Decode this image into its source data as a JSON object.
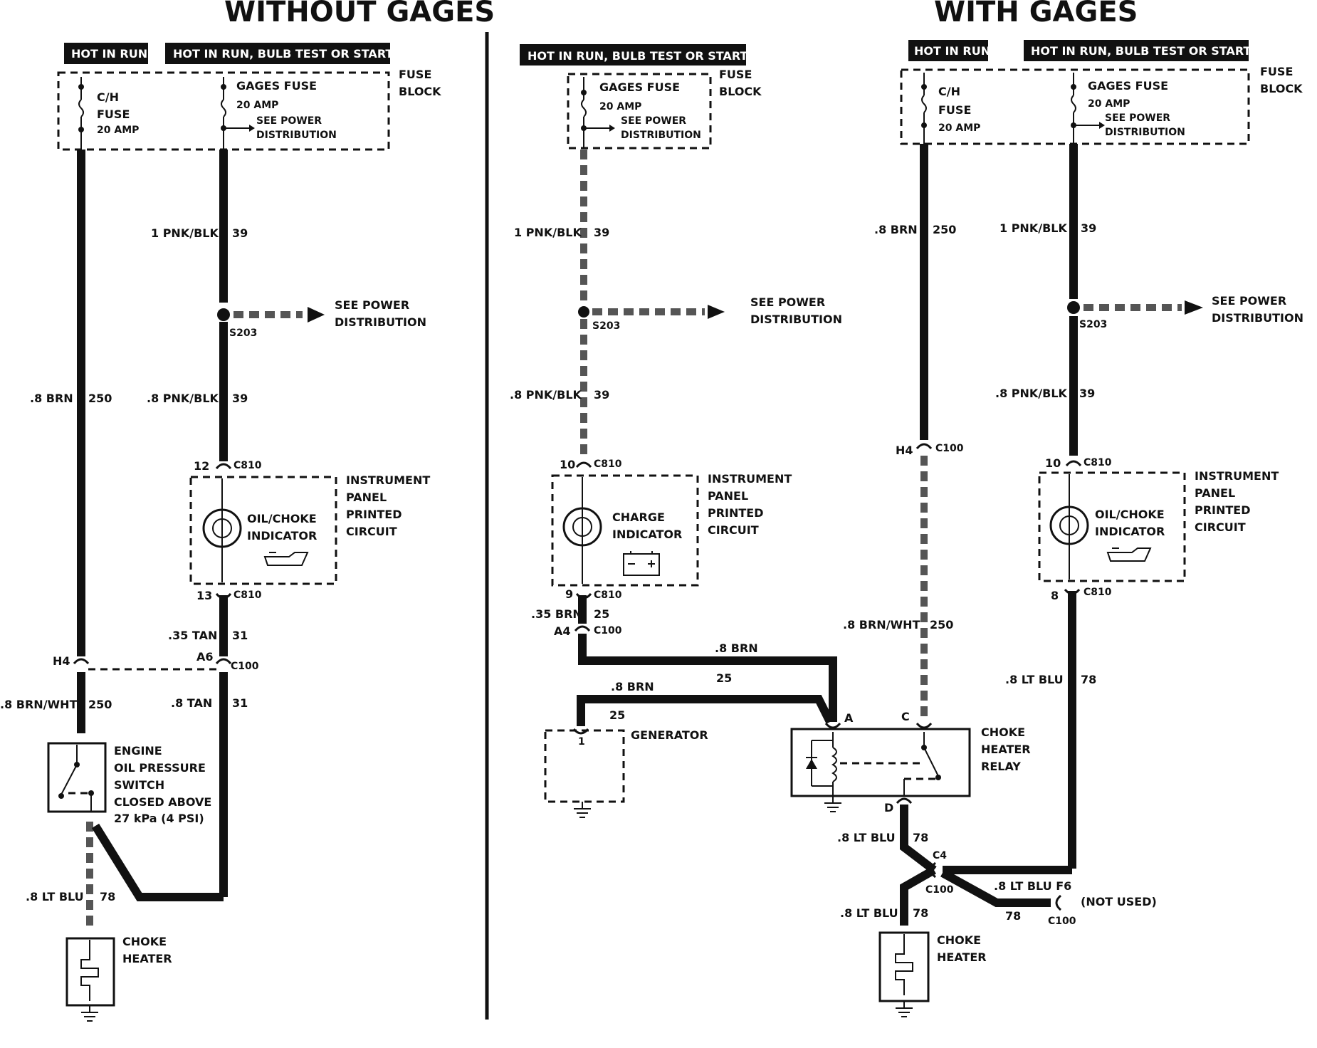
{
  "titles": {
    "left": "WITHOUT GAGES",
    "right": "WITH GAGES"
  },
  "hot_labels": {
    "hot_in_run": "HOT IN RUN",
    "hot_bulb": "HOT IN RUN, BULB TEST OR START"
  },
  "fuse_block": {
    "line1": "FUSE",
    "line2": "BLOCK",
    "ch_fuse": [
      "C/H",
      "FUSE",
      "20 AMP"
    ],
    "gages_fuse": [
      "GAGES FUSE",
      "20 AMP",
      "SEE POWER",
      "DISTRIBUTION"
    ]
  },
  "see_power": [
    "SEE POWER",
    "DISTRIBUTION"
  ],
  "ipc": [
    "INSTRUMENT",
    "PANEL",
    "PRINTED",
    "CIRCUIT"
  ],
  "indicators": {
    "oil_choke": [
      "OIL/CHOKE",
      "INDICATOR"
    ],
    "charge": [
      "CHARGE",
      "INDICATOR"
    ]
  },
  "choke_heater": [
    "CHOKE",
    "HEATER"
  ],
  "oil_switch": [
    "ENGINE",
    "OIL PRESSURE",
    "SWITCH",
    "CLOSED ABOVE",
    "27 kPa (4 PSI)"
  ],
  "relay": [
    "CHOKE",
    "HEATER",
    "RELAY"
  ],
  "generator": "GENERATOR",
  "not_used": "(NOT USED)",
  "splice": "S203",
  "connectors": {
    "c810": "C810",
    "c100": "C100",
    "c4": "C4"
  },
  "wires": {
    "pnk_blk_1": "1 PNK/BLK",
    "pnk_blk_08": ".8 PNK/BLK",
    "brn_08": ".8 BRN",
    "brn_wht_08": ".8 BRN/WHT",
    "tan_035": ".35 TAN",
    "tan_08": ".8 TAN",
    "lt_blu_08": ".8 LT BLU",
    "lt_blu_f6": ".8 LT BLU F6",
    "brn_035": ".35 BRN",
    "c39": "39",
    "c250": "250",
    "c31": "31",
    "c78": "78",
    "c25": "25"
  },
  "pins": {
    "p12": "12",
    "p13": "13",
    "p10": "10",
    "p9": "9",
    "p8": "8",
    "p1": "1",
    "h4": "H4",
    "a6": "A6",
    "a4": "A4",
    "a": "A",
    "c": "C",
    "d": "D"
  }
}
